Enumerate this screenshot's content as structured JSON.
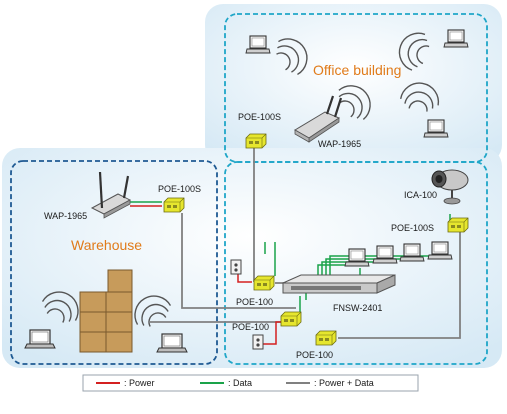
{
  "areas": {
    "office": "Office building",
    "warehouse": "Warehouse"
  },
  "devices": {
    "poe100s_office": "POE-100S",
    "wap_office": "WAP-1965",
    "wap_warehouse": "WAP-1965",
    "poe100s_warehouse": "POE-100S",
    "ica": "ICA-100",
    "poe100s_camera": "POE-100S",
    "switch": "FNSW-2401",
    "poe100_a": "POE-100",
    "poe100_b": "POE-100",
    "poe100_c": "POE-100"
  },
  "legend": {
    "power": ": Power",
    "data": ": Data",
    "power_data": ": Power + Data"
  },
  "colors": {
    "power": "#d42020",
    "data": "#1aa34a",
    "power_data": "#808080",
    "zone_fill": "#dcecf6",
    "office_border": "#1fa6c8",
    "warehouse_border": "#1f5a93",
    "area_label": "#e07b1a",
    "injector": "#e6e62e"
  }
}
